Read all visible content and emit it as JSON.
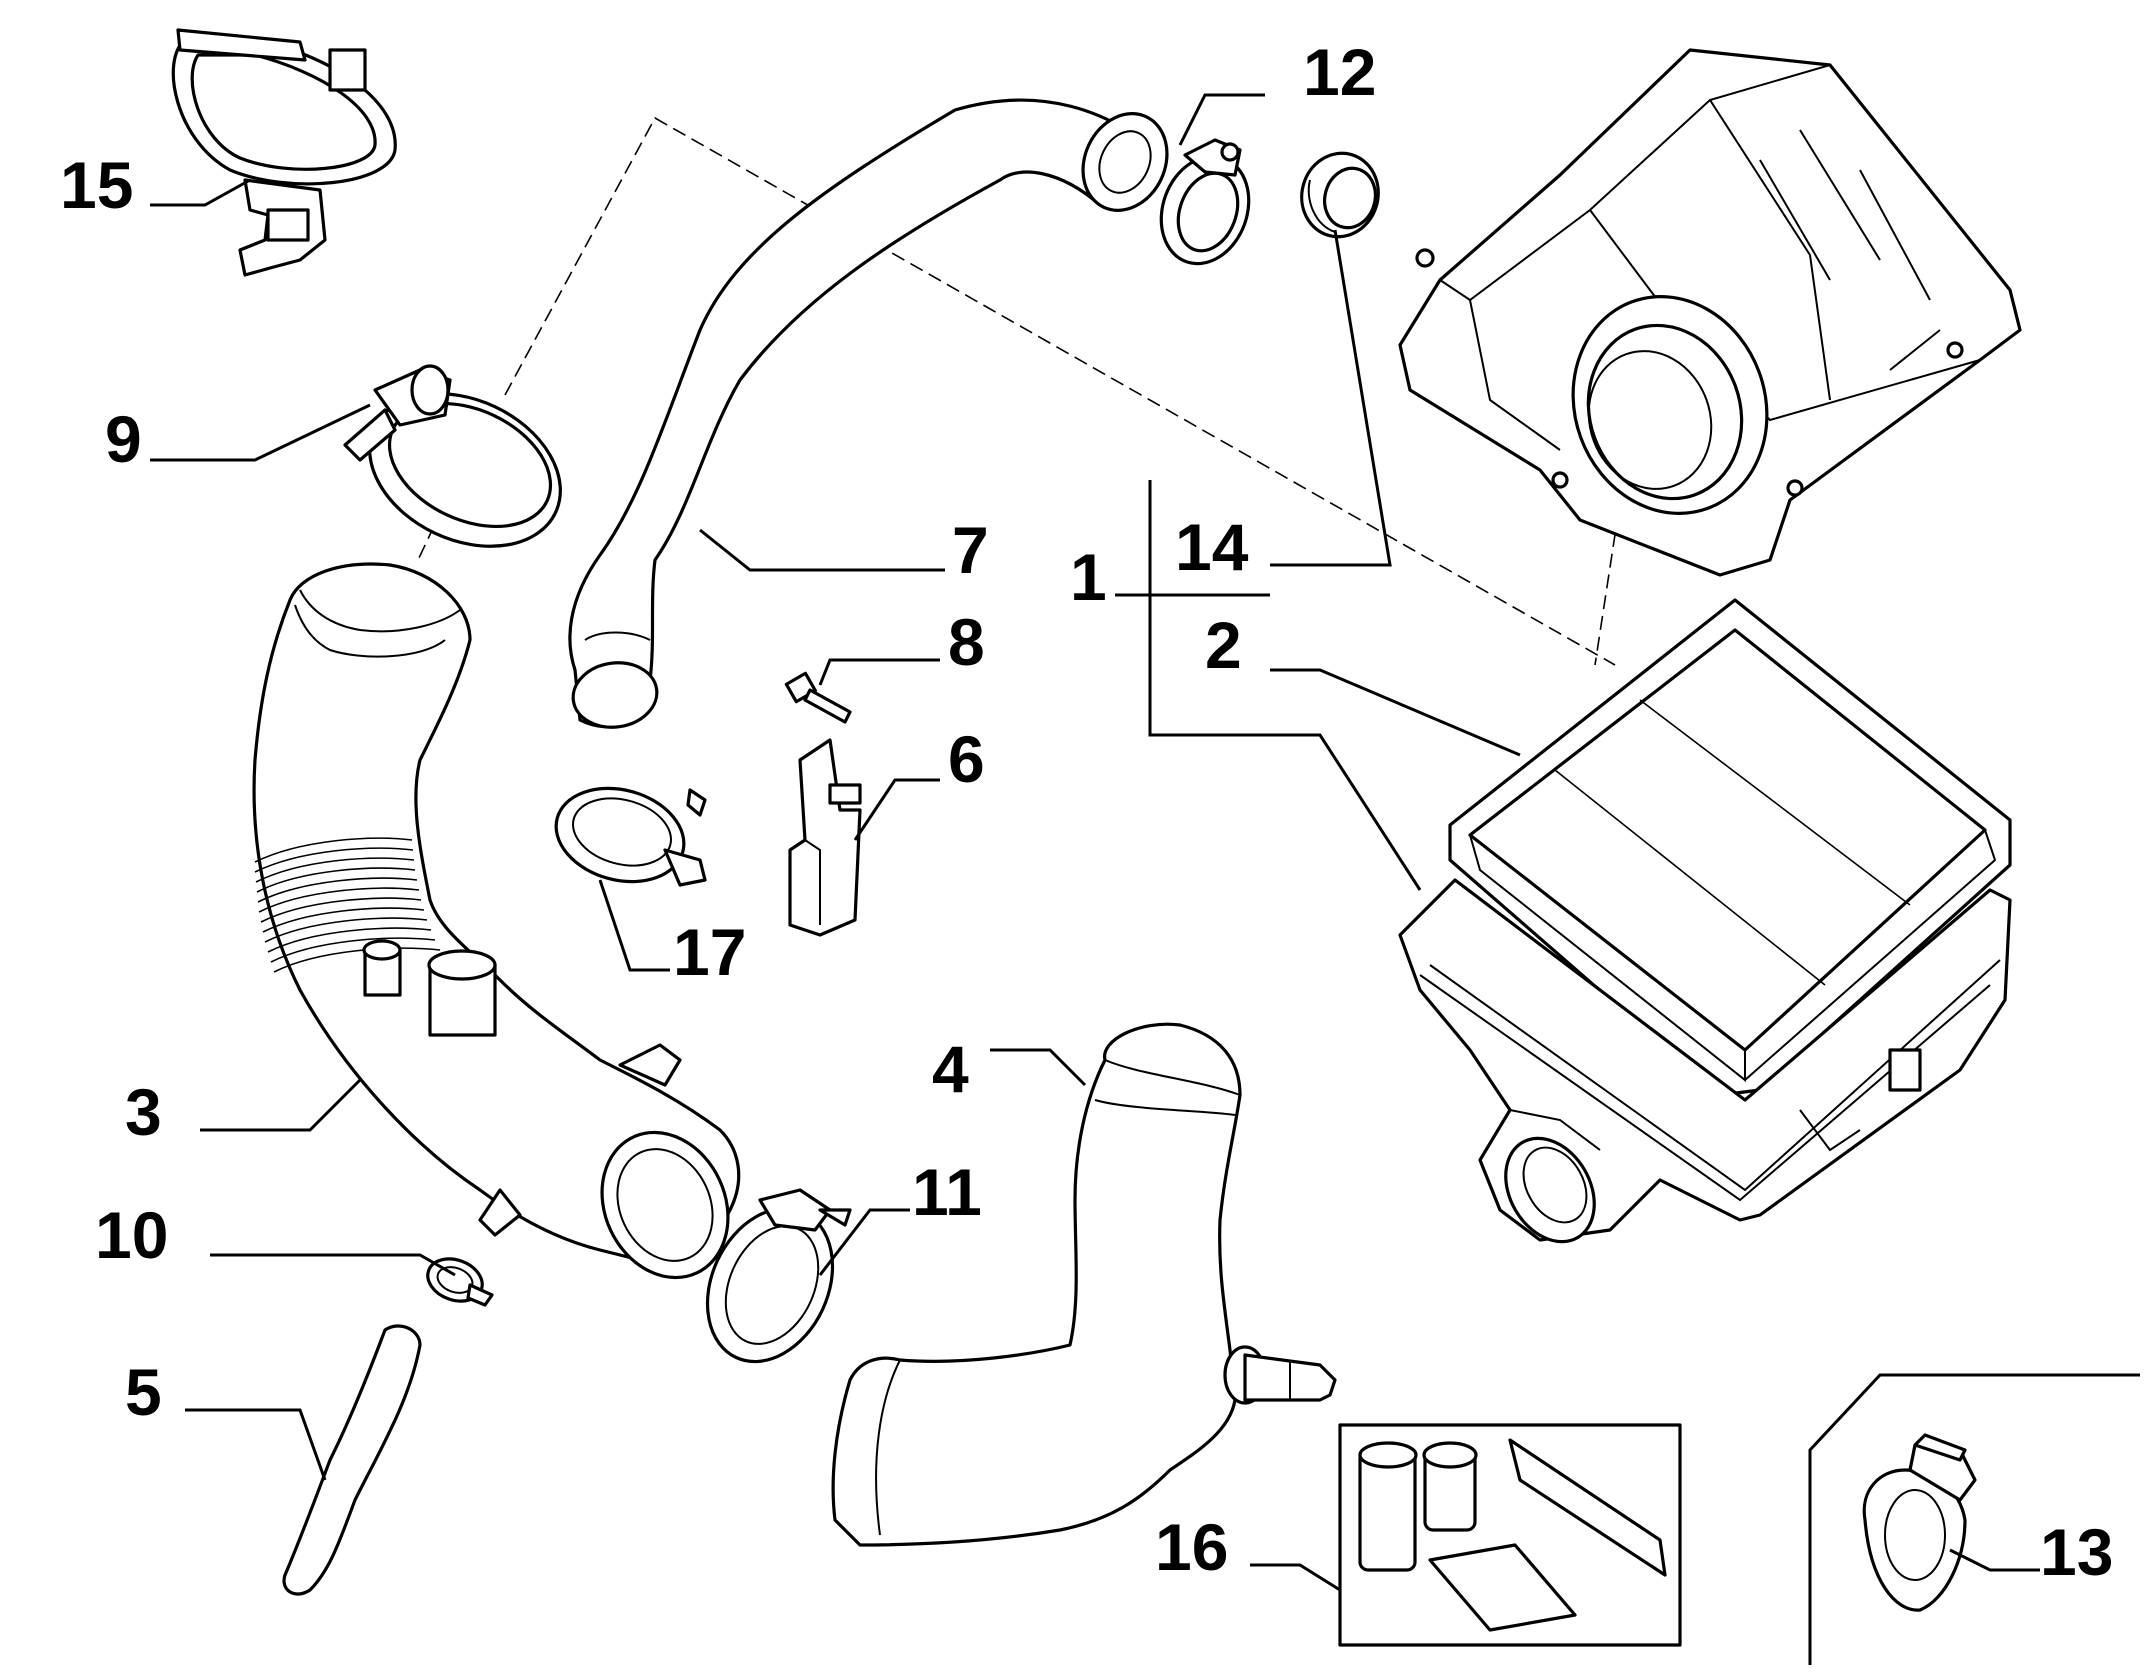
{
  "labels": {
    "l1": "1",
    "l2": "2",
    "l3": "3",
    "l4": "4",
    "l5": "5",
    "l6": "6",
    "l7": "7",
    "l8": "8",
    "l9": "9",
    "l10": "10",
    "l11": "11",
    "l12": "12",
    "l13": "13",
    "l14": "14",
    "l15": "15",
    "l16": "16",
    "l17": "17"
  }
}
